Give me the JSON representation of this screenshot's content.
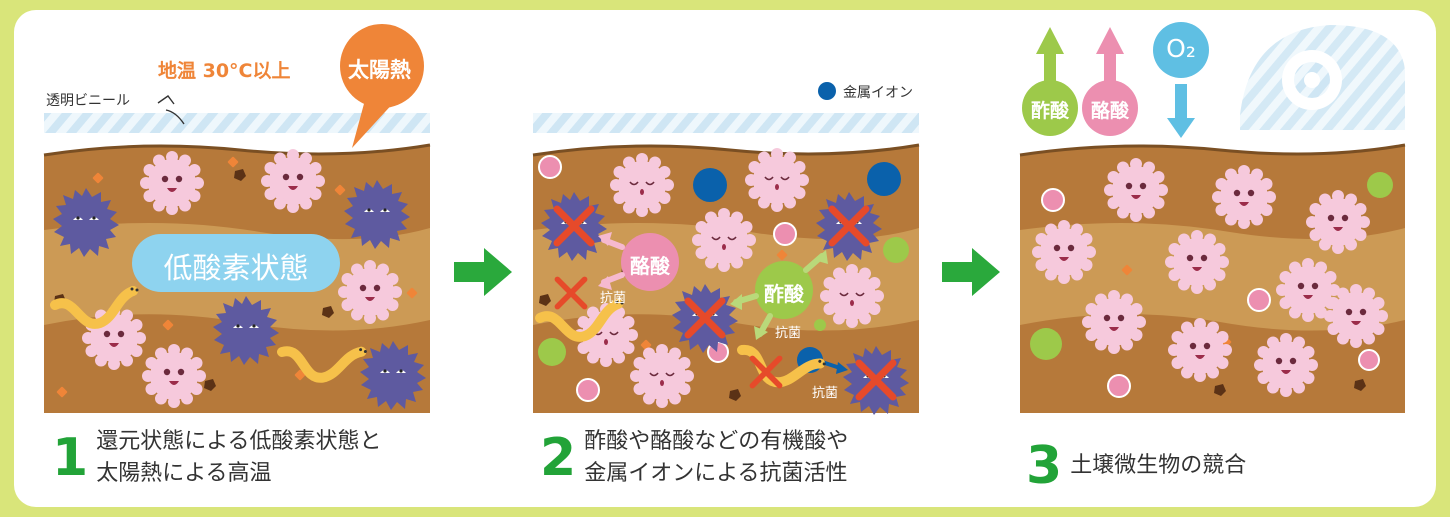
{
  "colors": {
    "frame": "#d9e57a",
    "soil": "#b6793a",
    "soil_light": "#cc9a55",
    "ground_line": "#7a4f23",
    "pink_microbe": "#f6c9dc",
    "purple_microbe": "#5e5aa0",
    "arrow_green": "#2aa93c",
    "orange": "#ef8538",
    "acetic_green": "#9dc94a",
    "butyric_pink": "#ec8fb0",
    "oxygen_blue": "#5fbfe3",
    "metal_ion": "#0a61ab"
  },
  "panel1": {
    "soil_temp_label": "地温 30°C以上",
    "sun_heat_label": "太陽熱",
    "film_label": "透明ビニール",
    "state_label": "低酸素状態"
  },
  "panel2": {
    "legend_label": "金属イオン",
    "butyric_label": "酪酸",
    "acetic_label": "酢酸",
    "antibacterial_1": "抗菌",
    "antibacterial_2": "抗菌",
    "antibacterial_3": "抗菌"
  },
  "panel3": {
    "acetic_label": "酢酸",
    "butyric_label": "酪酸",
    "oxygen_label": "O₂"
  },
  "captions": [
    {
      "number": "1",
      "text": "還元状態による低酸素状態と\n太陽熱による高温"
    },
    {
      "number": "2",
      "text": "酢酸や酪酸などの有機酸や\n金属イオンによる抗菌活性"
    },
    {
      "number": "3",
      "text": "土壌微生物の競合"
    }
  ]
}
